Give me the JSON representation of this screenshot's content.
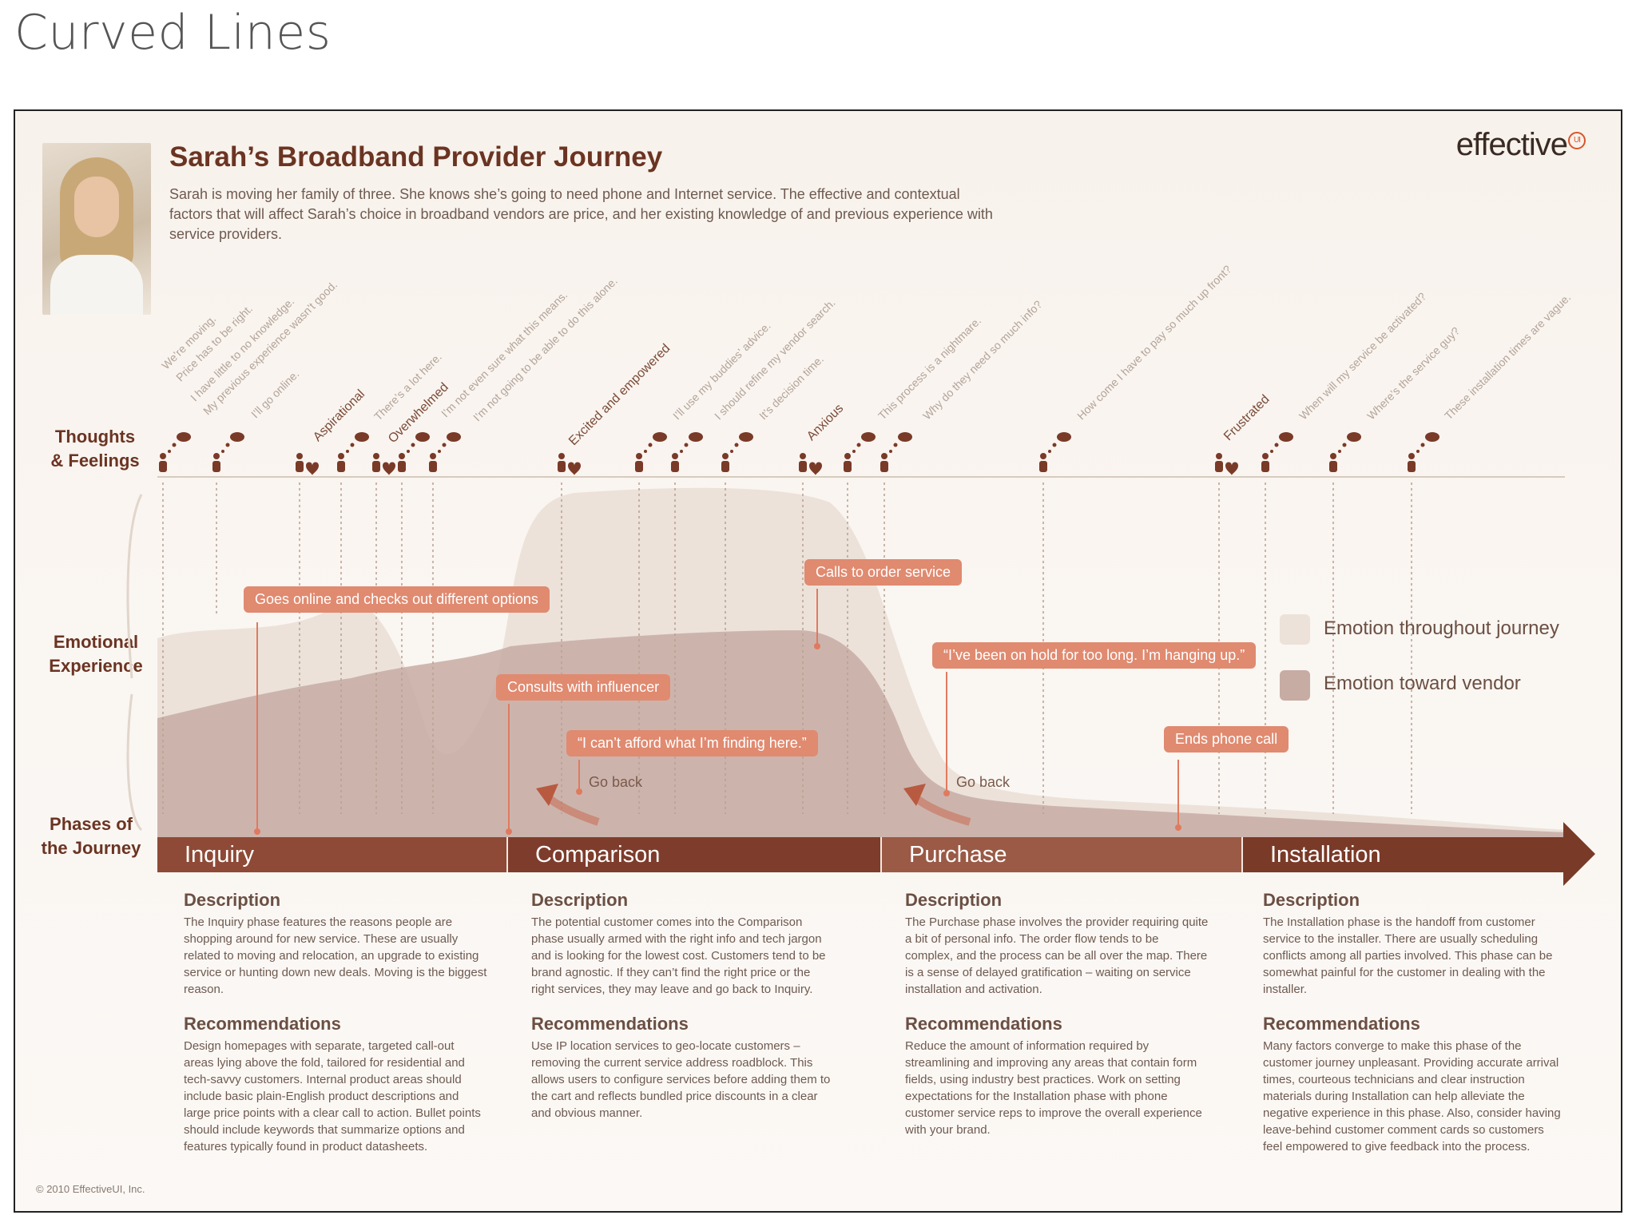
{
  "page_title": "Curved Lines",
  "journey": {
    "title": "Sarah’s Broadband Provider Journey",
    "description": "Sarah is moving her family of three. She knows she’s going to need phone and Internet service. The effective and contextual factors that will affect Sarah’s choice in broadband vendors are price, and her existing knowledge of and previous experience with service providers.",
    "logo": "effective",
    "logo_mark": "UI"
  },
  "row_labels": {
    "thoughts": "Thoughts & Feelings",
    "emotional": "Emotional Experience",
    "phases": "Phases of the Journey"
  },
  "thoughts": [
    "We’re moving.",
    "Price has to be right.",
    "I have little to no knowledge.",
    "My previous experience wasn’t good.",
    "I’ll go online.",
    "There’s a lot here.",
    "I’m not even sure what this means.",
    "I’m not going to be able to do this alone.",
    "I’ll use my buddies’ advice.",
    "I should refine my vendor search.",
    "It’s decision time.",
    "This process is a nightmare.",
    "Why do they need so much info?",
    "How come I have to pay so much up front?",
    "When will my service be activated?",
    "Where’s the service guy?",
    "These installation times are vague."
  ],
  "feelings": [
    "Aspirational",
    "Overwhelmed",
    "Excited and empowered",
    "Anxious",
    "Frustrated"
  ],
  "callouts": {
    "goes_online": "Goes online and checks out different options",
    "consults": "Consults with influencer",
    "cant_afford": "“I can’t afford what I’m finding here.”",
    "calls_to_order": "Calls to order service",
    "on_hold": "“I’ve been on hold for too long. I’m hanging up.”",
    "ends_call": "Ends phone call",
    "go_back_1": "Go back",
    "go_back_2": "Go back"
  },
  "legend": {
    "journey": "Emotion throughout journey",
    "vendor": "Emotion toward vendor",
    "colors": {
      "journey": "#ece2d9",
      "vendor": "#c7aca4"
    }
  },
  "phases": [
    {
      "name": "Inquiry",
      "desc_heading": "Description",
      "desc": "The Inquiry phase features the reasons people are shopping around for new service. These are usually related to moving and relocation, an upgrade to existing service or hunting down new deals. Moving is the biggest reason.",
      "rec_heading": "Recommendations",
      "rec": "Design homepages with separate, targeted call-out areas lying above the fold, tailored for residential and tech-savvy customers. Internal product areas should include basic plain-English product descriptions and large price points with a clear call to action. Bullet points should include keywords that summarize options and features typically found in product datasheets."
    },
    {
      "name": "Comparison",
      "desc_heading": "Description",
      "desc": "The potential customer comes into the Comparison phase usually armed with the right info and tech jargon and is looking for the lowest cost. Customers tend to be brand agnostic. If they can’t find the right price or the right services, they may leave and go back to Inquiry.",
      "rec_heading": "Recommendations",
      "rec": "Use IP location services to geo-locate customers – removing the current service address roadblock. This allows users to configure services before adding them to the cart and reflects bundled price discounts in a clear and obvious manner."
    },
    {
      "name": "Purchase",
      "desc_heading": "Description",
      "desc": "The Purchase phase involves the provider requiring quite a bit of personal info. The order flow tends to be complex, and the process can be all over the map. There is a sense of delayed gratification – waiting on service installation and activation.",
      "rec_heading": "Recommendations",
      "rec": "Reduce the amount of information required by streamlining and improving any areas that contain form fields, using industry best practices. Work on setting expectations for the Installation phase with phone customer service reps to improve the overall experience with your brand."
    },
    {
      "name": "Installation",
      "desc_heading": "Description",
      "desc": "The Installation phase is the handoff from customer service to the installer. There are usually scheduling conflicts among all parties involved. This phase can be somewhat painful for the customer in dealing with the installer.",
      "rec_heading": "Recommendations",
      "rec": "Many factors converge to make this phase of the customer journey unpleasant. Providing accurate arrival times, courteous technicians and clear instruction materials during Installation can help alleviate the negative experience in this phase. Also, consider having leave-behind customer comment cards so customers feel empowered to give feedback into the process."
    }
  ],
  "phase_colors": [
    "#8e4a36",
    "#7e3d2c",
    "#9a5a46",
    "#7a3a28"
  ],
  "copyright": "© 2010 EffectiveUI, Inc."
}
